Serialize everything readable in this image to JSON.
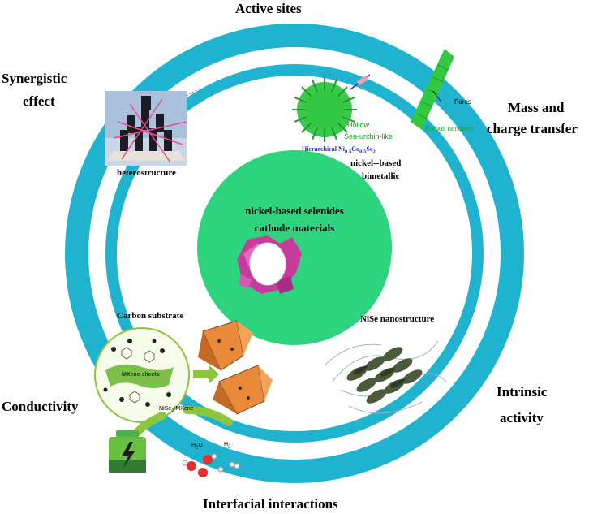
{
  "aspects": {
    "top": "Active sites",
    "top_left_line1": "Synergistic",
    "top_left_line2": "effect",
    "top_right_line1": "Mass and",
    "top_right_line2": "charge transfer",
    "left": "Conductivity",
    "right_line1": "Intrinsic",
    "right_line2": "activity",
    "bottom": "Interfacial interactions"
  },
  "center": {
    "line1": "nickel-based selenides",
    "line2": "cathode materials"
  },
  "panels": {
    "heterostructure": "heterostructure",
    "carbon_substrate": "Carbon substrate",
    "nise_nanostructure": "NiSe nanostructure",
    "bimetallic_line1": "nickel--based",
    "bimetallic_line2": "bimetallic",
    "hierarchical": "Hierarchical Ni",
    "hierarchical_sub1": "0.5",
    "hierarchical_co": "Co",
    "hierarchical_sub2": "0.5",
    "hierarchical_se": "Se",
    "hierarchical_sub3": "2",
    "hollow": "Hollow",
    "sea_urchin": "Sea-urchin-like",
    "pores": "Pores",
    "porous_nanowire": "Porous nanowire",
    "mxene_sheets": "MXene sheets",
    "nise2_mxene": "NiSe",
    "nise2_sub": "2",
    "nise2_suffix": "/MXene",
    "h2o": "H",
    "h2o_sub": "2",
    "h2o_o": "O",
    "h2": "H",
    "h2_sub": "2"
  },
  "colors": {
    "ring": "#1fb3cf",
    "ring_dark": "#1699b3",
    "center_disc": "#2ed37e",
    "green_leaf": "#32c842",
    "text_blue": "#2a2ac8",
    "text_green": "#1a9e2a"
  }
}
